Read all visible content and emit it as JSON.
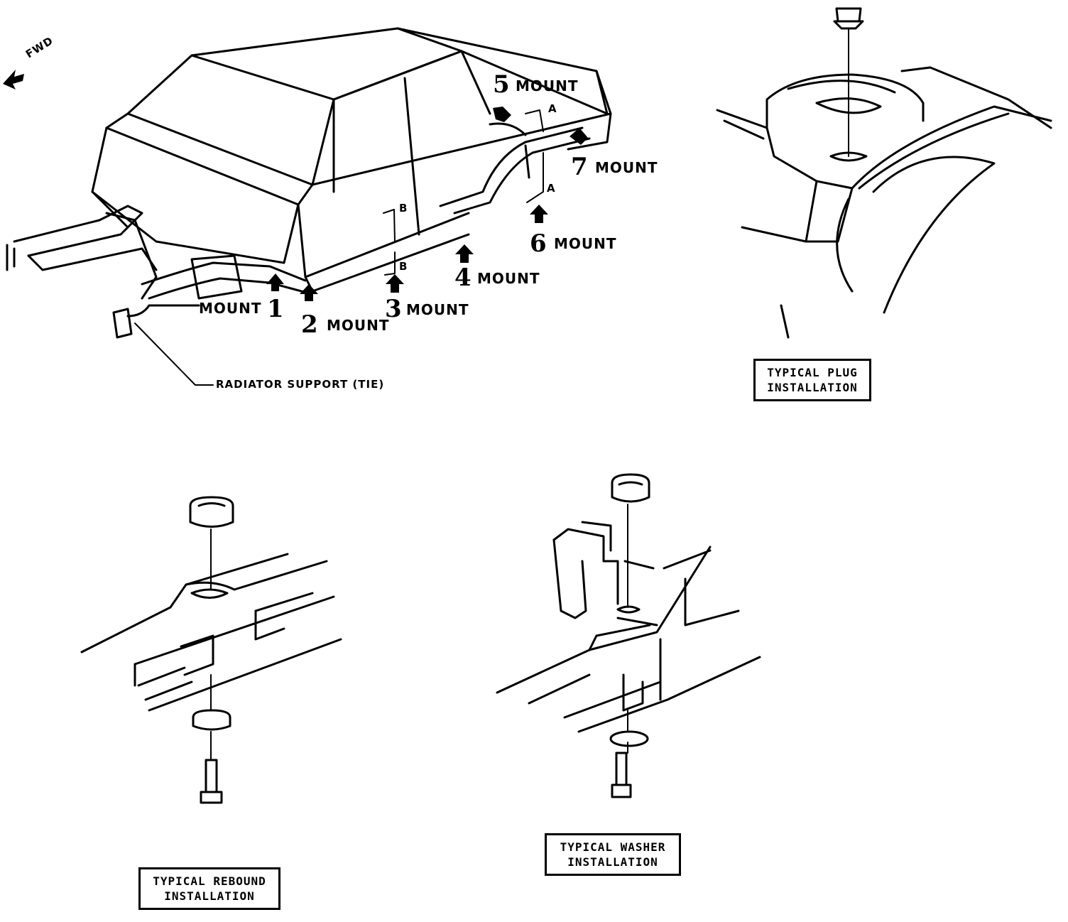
{
  "direction": {
    "label": "FWD"
  },
  "mounts": [
    {
      "number": "1",
      "word": "MOUNT"
    },
    {
      "number": "2",
      "word": "MOUNT"
    },
    {
      "number": "3",
      "word": "MOUNT"
    },
    {
      "number": "4",
      "word": "MOUNT"
    },
    {
      "number": "5",
      "word": "MOUNT"
    },
    {
      "number": "6",
      "word": "MOUNT"
    },
    {
      "number": "7",
      "word": "MOUNT"
    }
  ],
  "section_markers": {
    "a": "A",
    "b": "B"
  },
  "callout": {
    "radiator": "RADIATOR SUPPORT (TIE)"
  },
  "boxes": {
    "plug": {
      "line1": "TYPICAL PLUG",
      "line2": "INSTALLATION"
    },
    "rebound": {
      "line1": "TYPICAL REBOUND",
      "line2": "INSTALLATION"
    },
    "washer": {
      "line1": "TYPICAL WASHER",
      "line2": "INSTALLATION"
    }
  },
  "icons": [
    "fwd-arrow-icon",
    "mount-arrow-icon",
    "plug-icon",
    "cushion-icon",
    "bolt-icon",
    "washer-icon"
  ]
}
